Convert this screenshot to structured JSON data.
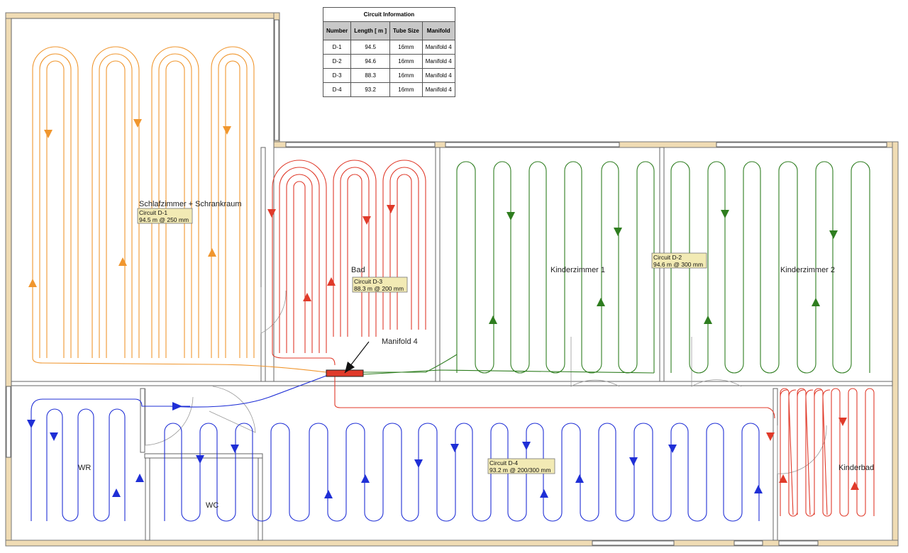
{
  "table": {
    "caption": "Circuit Information",
    "headers": [
      "Number",
      "Length [ m ]",
      "Tube Size",
      "Manifold"
    ],
    "rows": [
      [
        "D-1",
        "94.5",
        "16mm",
        "Manifold 4"
      ],
      [
        "D-2",
        "94.6",
        "16mm",
        "Manifold 4"
      ],
      [
        "D-3",
        "88.3",
        "16mm",
        "Manifold 4"
      ],
      [
        "D-4",
        "93.2",
        "16mm",
        "Manifold 4"
      ]
    ]
  },
  "rooms": {
    "schlafzimmer": "Schlafzimmer + Schrankraum",
    "bad": "Bad",
    "kinderzimmer1": "Kinderzimmer 1",
    "kinderzimmer2": "Kinderzimmer 2",
    "wr": "WR",
    "wc": "WC",
    "kinderbad": "Kinderbad"
  },
  "manifold_label": "Manifold 4",
  "circuits": {
    "d1": {
      "id": "Circuit D-1",
      "spec": "94.5 m @ 250 mm"
    },
    "d2": {
      "id": "Circuit D-2",
      "spec": "94.6 m @ 300 mm"
    },
    "d3": {
      "id": "Circuit D-3",
      "spec": "88.3 m @ 200 mm"
    },
    "d4": {
      "id": "Circuit D-4",
      "spec": "93.2 m @ 200/300 mm"
    }
  },
  "colors": {
    "d1": "#f0962e",
    "d2": "#2e7d1f",
    "d3": "#e03a2a",
    "d4": "#1f2fd6",
    "wall": "#f0dcb4",
    "manifold": "#e03a2a",
    "note": "#f2eab4"
  }
}
